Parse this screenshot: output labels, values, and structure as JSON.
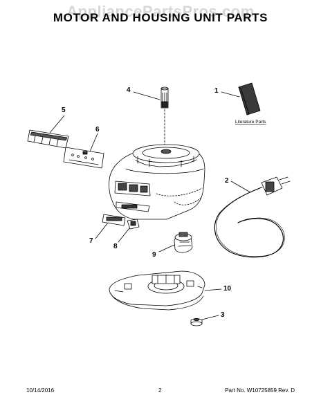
{
  "watermark": "AppliancePartsPros.com",
  "title": "MOTOR AND HOUSING UNIT PARTS",
  "literature_label": "Literature Parts",
  "callouts": [
    "1",
    "2",
    "3",
    "4",
    "5",
    "6",
    "7",
    "8",
    "9",
    "10"
  ],
  "footer": {
    "date": "10/14/2016",
    "page": "2",
    "part_info": "Part No.  W10725859  Rev.  D"
  }
}
